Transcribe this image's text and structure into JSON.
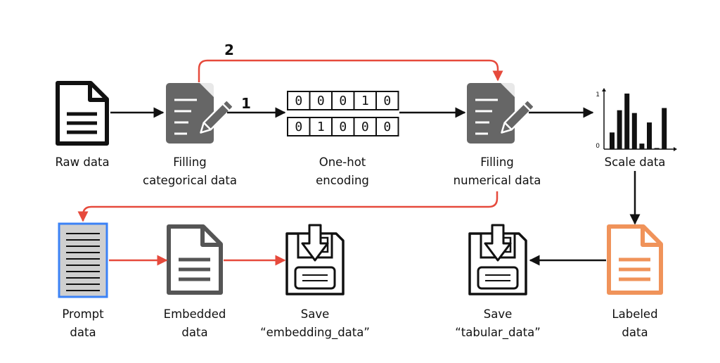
{
  "nodes": {
    "raw": "Raw data",
    "fill_cat": [
      "Filling",
      "categorical data"
    ],
    "onehot": [
      "One-hot",
      "encoding"
    ],
    "fill_num": [
      "Filling",
      "numerical data"
    ],
    "scale": "Scale data",
    "labeled": [
      "Labeled",
      "data"
    ],
    "save_tab": [
      "Save",
      "“tabular_data”"
    ],
    "prompt": [
      "Prompt",
      "data"
    ],
    "embedded": [
      "Embedded",
      "data"
    ],
    "save_emb": [
      "Save",
      "“embedding_data”"
    ]
  },
  "steps": {
    "one": "1",
    "two": "2"
  },
  "onehot_rows": [
    [
      "0",
      "0",
      "0",
      "1",
      "0"
    ],
    [
      "0",
      "1",
      "0",
      "0",
      "0"
    ]
  ],
  "bar_chart": {
    "y_ticks": [
      "1",
      "0"
    ],
    "values": [
      0.3,
      0.7,
      1.0,
      0.65,
      0.1,
      0.48,
      0.02,
      0.74
    ]
  },
  "colors": {
    "black_flow": "#111111",
    "red_flow": "#e64a3c",
    "doc_gray": "#666666",
    "labeled_orange": "#f0935a",
    "prompt_border": "#3b82f6",
    "prompt_fill": "#cfcfcf"
  }
}
